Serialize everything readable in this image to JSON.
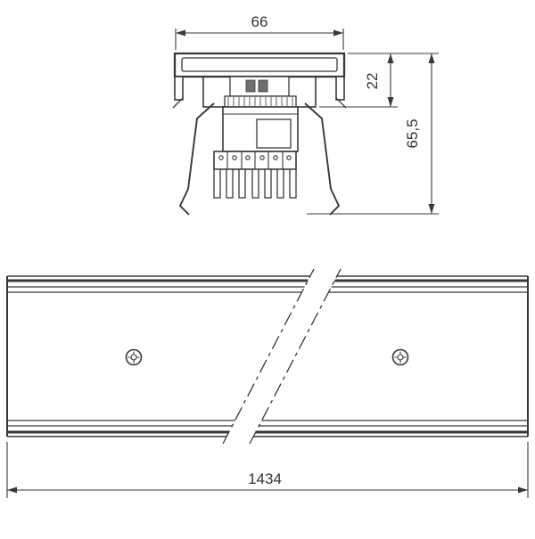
{
  "drawing": {
    "dimensions": {
      "top_width": "66",
      "recess_depth": "22",
      "overall_height": "65,5",
      "overall_length": "1434"
    },
    "colors": {
      "line": "#383838",
      "text": "#333333",
      "background": "#ffffff"
    }
  }
}
